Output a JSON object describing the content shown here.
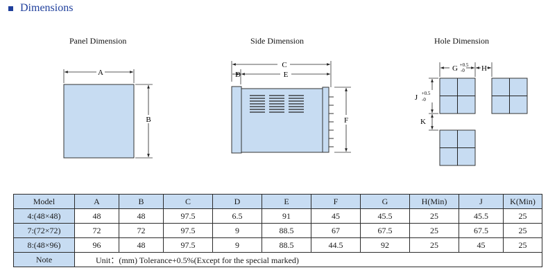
{
  "section": {
    "title": "Dimensions"
  },
  "captions": {
    "panel": "Panel Dimension",
    "side": "Side Dimension",
    "hole": "Hole Dimension"
  },
  "dim_letters": {
    "A": "A",
    "B": "B",
    "C": "C",
    "D": "D",
    "E": "E",
    "F": "F",
    "G": "G",
    "H": "H",
    "J": "J",
    "K": "K"
  },
  "tolerance": {
    "plus": "+0.5",
    "minus": "-0"
  },
  "colors": {
    "accent": "#1f3f9c",
    "fill": "#c7dcf2",
    "line": "#2a2a2a"
  },
  "table": {
    "headers": [
      "Model",
      "A",
      "B",
      "C",
      "D",
      "E",
      "F",
      "G",
      "H(Min)",
      "J",
      "K(Min)"
    ],
    "rows": [
      [
        "4:(48×48)",
        "48",
        "48",
        "97.5",
        "6.5",
        "91",
        "45",
        "45.5",
        "25",
        "45.5",
        "25"
      ],
      [
        "7:(72×72)",
        "72",
        "72",
        "97.5",
        "9",
        "88.5",
        "67",
        "67.5",
        "25",
        "67.5",
        "25"
      ],
      [
        "8:(48×96)",
        "96",
        "48",
        "97.5",
        "9",
        "88.5",
        "44.5",
        "92",
        "25",
        "45",
        "25"
      ]
    ],
    "note_label": "Note",
    "note_text": "Unit：(mm)   Tolerance+0.5%(Except for the special marked)"
  }
}
